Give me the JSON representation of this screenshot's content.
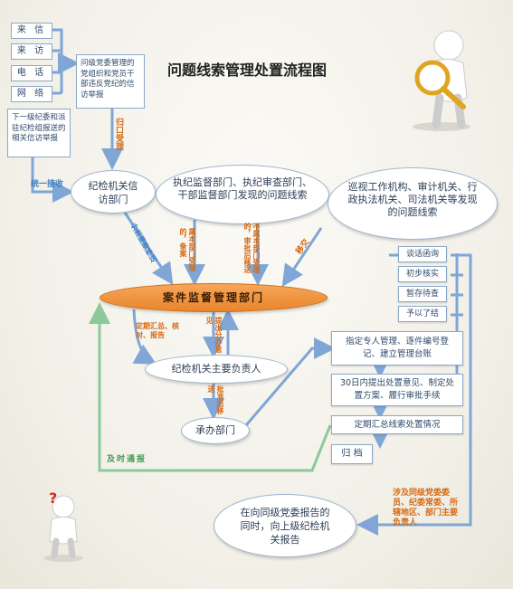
{
  "title": "问题线索管理处置流程图",
  "sources": [
    "来 信",
    "来 访",
    "电 话",
    "网 络"
  ],
  "party_box": "问级党委管理的党组织和党员干部违反党纪的信访举报",
  "lower_box": "下一级纪委和派驻纪检组报送的相关信访举报",
  "label_unified": "统一接收",
  "label_guikou": "归口受理",
  "node_xinfang": "纪检机关信访部门",
  "node_zhiji": "执纪监督部门、执纪审查部门、干部监督部门发现的问题线索",
  "node_xunshi": "巡视工作机构、审计机关、行政执法机关、司法机关等发现的问题线索",
  "label_fenlei": "分类摘要移送",
  "label_shubenbu": "属本部门受理的，备案",
  "label_bushubenbu": "不属本部门受理的，审批后移送",
  "label_yijiao": "移交",
  "node_anjian": "案件监督管理部门",
  "label_dingqi": "定期汇总、核对、报告",
  "label_tichu": "提出分办意见",
  "node_fuzeren": "纪检机关主要负责人",
  "label_pizhunhou": "批准后移送",
  "node_chengban": "承办部门",
  "label_jishi": "及时通报",
  "steps": [
    "指定专人管理、逐件编号登记、建立管理台账",
    "30日内提出处置意见、制定处置方案、履行审批手续",
    "定期汇总线索处置情况",
    "归 档"
  ],
  "dispositions": [
    "谈话函询",
    "初步核实",
    "暂存待查",
    "予以了结"
  ],
  "label_sheji": "涉及同级党委委员、纪委常委、所辖地区、部门主要负责人",
  "node_report": "在向同级党委报告的同时，向上级纪检机关报告",
  "colors": {
    "blue_line": "#7fa6d6",
    "green_line": "#8cc89a",
    "orange": "#e8852c",
    "orange_label": "#d56a14"
  },
  "icons": [
    "magnifier-figure-icon",
    "question-figure-icon"
  ]
}
